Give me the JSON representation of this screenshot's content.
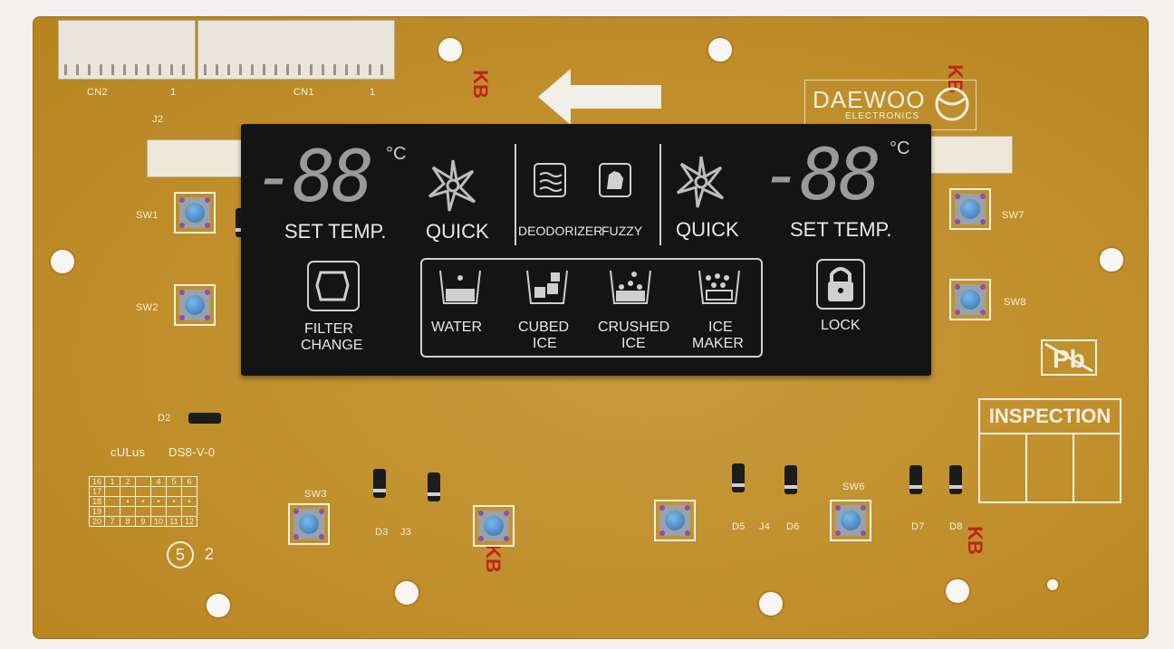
{
  "connectors": {
    "cn2": "CN2",
    "cn2_pin": "1",
    "cn1": "CN1",
    "cn1_pin": "1",
    "j2": "J2"
  },
  "switches": {
    "sw1": "SW1",
    "sw2": "SW2",
    "sw3": "SW3",
    "sw6": "SW6",
    "sw7": "SW7",
    "sw8": "SW8"
  },
  "diodes": {
    "d2": "D2",
    "d3": "D3",
    "j3": "J3",
    "d5": "D5",
    "j4": "J4",
    "d6": "D6",
    "d7": "D7",
    "d8": "D8"
  },
  "markings": {
    "kb_1": "KB",
    "kb_2": "KB",
    "kb_3": "KB",
    "kb_4": "KB",
    "cert": "DS8-V-0",
    "ul": "cULus",
    "circle_num": "5",
    "small_num": "2"
  },
  "brand": {
    "name": "DAEWOO",
    "sub": "ELECTRONICS"
  },
  "display": {
    "left_temp": "-88",
    "right_temp": "-88",
    "unit": "°C",
    "set_temp_left": "SET TEMP.",
    "set_temp_right": "SET TEMP.",
    "quick_left": "QUICK",
    "quick_right": "QUICK",
    "deodorizer": "DEODORIZER",
    "fuzzy": "FUZZY",
    "filter_change_1": "FILTER",
    "filter_change_2": "CHANGE",
    "water": "WATER",
    "cubed_1": "CUBED",
    "cubed_2": "ICE",
    "crushed_1": "CRUSHED",
    "crushed_2": "ICE",
    "ice_maker_1": "ICE",
    "ice_maker_2": "MAKER",
    "lock": "LOCK"
  },
  "inspection": {
    "label": "INSPECTION"
  },
  "grid": {
    "rows": [
      [
        "16",
        "1",
        "2",
        "",
        "4",
        "5",
        "6"
      ],
      [
        "17",
        "",
        "",
        "",
        "",
        "",
        ""
      ],
      [
        "18",
        "",
        "•",
        "•",
        "•",
        "•",
        "•"
      ],
      [
        "19",
        "",
        "",
        "",
        "",
        "",
        ""
      ],
      [
        "20",
        "7",
        "8",
        "9",
        "10",
        "11",
        "12"
      ]
    ]
  },
  "colors": {
    "pcb": "#c08f2c",
    "display_bg": "#141414",
    "silkscreen": "#f4efe0",
    "kb_red": "#c2221c",
    "button_blue": "#2f6fb0"
  }
}
